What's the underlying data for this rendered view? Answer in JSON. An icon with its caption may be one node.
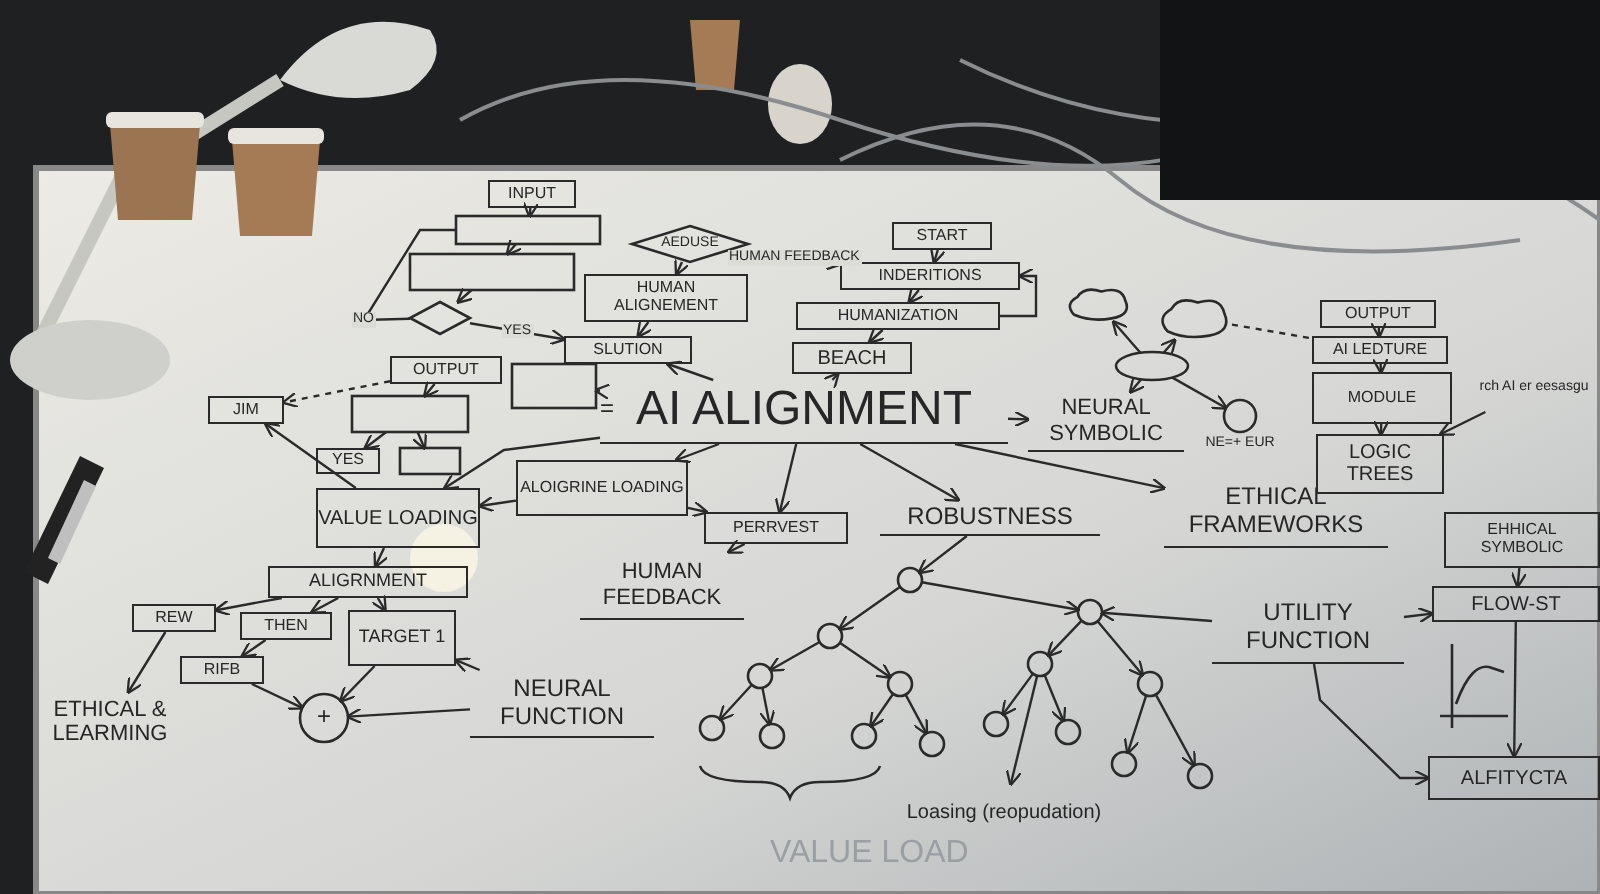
{
  "diagram": {
    "nodes": [
      {
        "text": [
          "INPUT"
        ]
      },
      {
        "text": [],
        "shape": "box"
      },
      {
        "text": [],
        "shape": "box"
      },
      {
        "text": [],
        "shape": "diamond"
      },
      {
        "text": [
          "OUTPUT"
        ]
      },
      {
        "text": [],
        "shape": "box"
      },
      {
        "text": [
          "YES"
        ]
      },
      {
        "text": [],
        "shape": "box"
      },
      {
        "text": [],
        "shape": "box"
      },
      {
        "text": [
          "JIM"
        ]
      },
      {
        "text": [
          "VALUE LOADING"
        ]
      },
      {
        "text": [
          "ALIGRNMENT"
        ]
      },
      {
        "text": [
          "REW"
        ]
      },
      {
        "text": [
          "THEN"
        ]
      },
      {
        "text": [
          "TARGET 1"
        ]
      },
      {
        "text": [
          "RIFB"
        ]
      },
      {
        "text": [
          "+"
        ]
      },
      {
        "text": [
          "ETHICAL & LEARMING"
        ]
      },
      {
        "text": [
          "NEURAL FUNCTION"
        ]
      },
      {
        "text": [
          "AEDUSE"
        ]
      },
      {
        "text": [
          "HUMAN ALIGNEMENT"
        ]
      },
      {
        "text": [
          "SLUTION"
        ]
      },
      {
        "text": [
          "START"
        ]
      },
      {
        "text": [
          "INDERITIONS"
        ]
      },
      {
        "text": [
          "HUMANIZATION"
        ]
      },
      {
        "text": [
          "BEACH"
        ]
      },
      {
        "text": [
          "AI ALIGNMENT"
        ]
      },
      {
        "text": [
          "ALOIGRINE LOADING"
        ]
      },
      {
        "text": [
          "PERRVEST"
        ]
      },
      {
        "text": [
          "HUMAN FEEDBACK"
        ]
      },
      {
        "text": [
          "ROBUSTNESS"
        ]
      },
      {
        "text": [
          "NEURAL SYMBOLIC"
        ]
      },
      {
        "text": [
          "ETHICAL FRAMEWORKS"
        ]
      },
      {
        "text": [],
        "shape": "cloud"
      },
      {
        "text": [],
        "shape": "cloud"
      },
      {
        "text": [],
        "shape": "circle"
      },
      {
        "text": [],
        "shape": "circle",
        "beside": [
          "NE=+ EUR"
        ]
      },
      {
        "text": [
          "OUTPUT"
        ]
      },
      {
        "text": [
          "AI LEDTURE"
        ]
      },
      {
        "text": [
          "MODULE"
        ]
      },
      {
        "text": [
          "LOGIC TREES"
        ]
      },
      {
        "text": [
          "EHHICAL SYMBOLIC"
        ]
      },
      {
        "text": [
          "FLOW-ST"
        ]
      },
      {
        "text": [
          "ALFITYCTA"
        ]
      },
      {
        "text": [
          "UTILITY FUNCTION"
        ]
      },
      {
        "text": [
          "rch AI er eesasgu"
        ]
      },
      {
        "text": [],
        "shape": "circle"
      },
      {
        "text": [],
        "shape": "circle"
      },
      {
        "text": [],
        "shape": "circle"
      },
      {
        "text": [],
        "shape": "circle"
      },
      {
        "text": [],
        "shape": "circle"
      },
      {
        "text": [],
        "shape": "circle"
      },
      {
        "text": [],
        "shape": "circle"
      },
      {
        "text": [],
        "shape": "circle"
      },
      {
        "text": [],
        "shape": "circle"
      },
      {
        "text": [],
        "shape": "circle"
      },
      {
        "text": [],
        "shape": "circle"
      },
      {
        "text": [],
        "shape": "circle"
      },
      {
        "text": [],
        "shape": "circle"
      },
      {
        "text": [],
        "shape": "circle"
      },
      {
        "text": [],
        "shape": "circle"
      },
      {
        "text": [
          "Loasing (reopudation)"
        ]
      }
    ],
    "edges": [
      {
        "from": 0,
        "to": 1,
        "arrow": "to"
      },
      {
        "from": 1,
        "to": 2,
        "arrow": "to"
      },
      {
        "from": 2,
        "to": 3,
        "arrow": "to"
      },
      {
        "from": 3,
        "to": 1,
        "arrow": "none",
        "label": "NO"
      },
      {
        "from": 3,
        "to": 21,
        "arrow": "to",
        "label": "YES"
      },
      {
        "from": 4,
        "to": 5,
        "arrow": "to"
      },
      {
        "from": 5,
        "to": 6,
        "arrow": "to"
      },
      {
        "from": 5,
        "to": 7,
        "arrow": "to"
      },
      {
        "from": 4,
        "to": 9,
        "arrow": "to",
        "style": "dashed"
      },
      {
        "from": 10,
        "to": 9,
        "arrow": "to"
      },
      {
        "from": 10,
        "to": 11,
        "arrow": "to"
      },
      {
        "from": 11,
        "to": 12,
        "arrow": "to"
      },
      {
        "from": 11,
        "to": 13,
        "arrow": "to"
      },
      {
        "from": 11,
        "to": 14,
        "arrow": "to"
      },
      {
        "from": 13,
        "to": 15,
        "arrow": "to"
      },
      {
        "from": 12,
        "to": 17,
        "arrow": "to"
      },
      {
        "from": 15,
        "to": 16,
        "arrow": "to"
      },
      {
        "from": 14,
        "to": 16,
        "arrow": "to"
      },
      {
        "from": 18,
        "to": 16,
        "arrow": "to"
      },
      {
        "from": 18,
        "to": 14,
        "arrow": "to"
      },
      {
        "from": 19,
        "to": 20,
        "arrow": "to"
      },
      {
        "from": 20,
        "to": 21,
        "arrow": "to"
      },
      {
        "from": 19,
        "to": 23,
        "arrow": "to",
        "label": "HUMAN FEEDBACK"
      },
      {
        "from": 22,
        "to": 23,
        "arrow": "to"
      },
      {
        "from": 23,
        "to": 24,
        "arrow": "to"
      },
      {
        "from": 24,
        "to": 23,
        "arrow": "to"
      },
      {
        "from": 24,
        "to": 25,
        "arrow": "to"
      },
      {
        "from": 26,
        "to": 21,
        "arrow": "to"
      },
      {
        "from": 26,
        "to": 25,
        "arrow": "to"
      },
      {
        "from": 26,
        "to": 8,
        "arrow": "to"
      },
      {
        "from": 26,
        "to": 10,
        "arrow": "to"
      },
      {
        "from": 26,
        "to": 27,
        "arrow": "to"
      },
      {
        "from": 26,
        "to": 28,
        "arrow": "to"
      },
      {
        "from": 26,
        "to": 30,
        "arrow": "to"
      },
      {
        "from": 26,
        "to": 31,
        "arrow": "to"
      },
      {
        "from": 26,
        "to": 32,
        "arrow": "to"
      },
      {
        "from": 27,
        "to": 10,
        "arrow": "to"
      },
      {
        "from": 27,
        "to": 28,
        "arrow": "to"
      },
      {
        "from": 28,
        "to": 29,
        "arrow": "to"
      },
      {
        "from": 35,
        "to": 33,
        "arrow": "to"
      },
      {
        "from": 35,
        "to": 34,
        "arrow": "to"
      },
      {
        "from": 35,
        "to": 31,
        "arrow": "to"
      },
      {
        "from": 35,
        "to": 36,
        "arrow": "to"
      },
      {
        "from": 34,
        "to": 38,
        "arrow": "none",
        "style": "dashed"
      },
      {
        "from": 37,
        "to": 38,
        "arrow": "to"
      },
      {
        "from": 38,
        "to": 39,
        "arrow": "to"
      },
      {
        "from": 39,
        "to": 40,
        "arrow": "to"
      },
      {
        "from": 45,
        "to": 40,
        "arrow": "to"
      },
      {
        "from": 41,
        "to": 42,
        "arrow": "to"
      },
      {
        "from": 42,
        "to": 43,
        "arrow": "to"
      },
      {
        "from": 44,
        "to": 42,
        "arrow": "to"
      },
      {
        "from": 44,
        "to": 43,
        "arrow": "to"
      },
      {
        "from": 44,
        "to": 48,
        "arrow": "to"
      },
      {
        "from": 30,
        "to": 46,
        "arrow": "to"
      },
      {
        "from": 46,
        "to": 47,
        "arrow": "to"
      },
      {
        "from": 46,
        "to": 48,
        "arrow": "to"
      },
      {
        "from": 47,
        "to": 49,
        "arrow": "to"
      },
      {
        "from": 47,
        "to": 50,
        "arrow": "to"
      },
      {
        "from": 48,
        "to": 51,
        "arrow": "to"
      },
      {
        "from": 48,
        "to": 52,
        "arrow": "to"
      },
      {
        "from": 49,
        "to": 53,
        "arrow": "to"
      },
      {
        "from": 49,
        "to": 54,
        "arrow": "to"
      },
      {
        "from": 50,
        "to": 55,
        "arrow": "to"
      },
      {
        "from": 50,
        "to": 56,
        "arrow": "to"
      },
      {
        "from": 51,
        "to": 57,
        "arrow": "to"
      },
      {
        "from": 51,
        "to": 58,
        "arrow": "to"
      },
      {
        "from": 52,
        "to": 59,
        "arrow": "to"
      },
      {
        "from": 52,
        "to": 60,
        "arrow": "to"
      },
      {
        "from": 51,
        "to": 61,
        "arrow": "to"
      }
    ],
    "labels": [
      "=",
      "VALUE LOAD"
    ]
  }
}
